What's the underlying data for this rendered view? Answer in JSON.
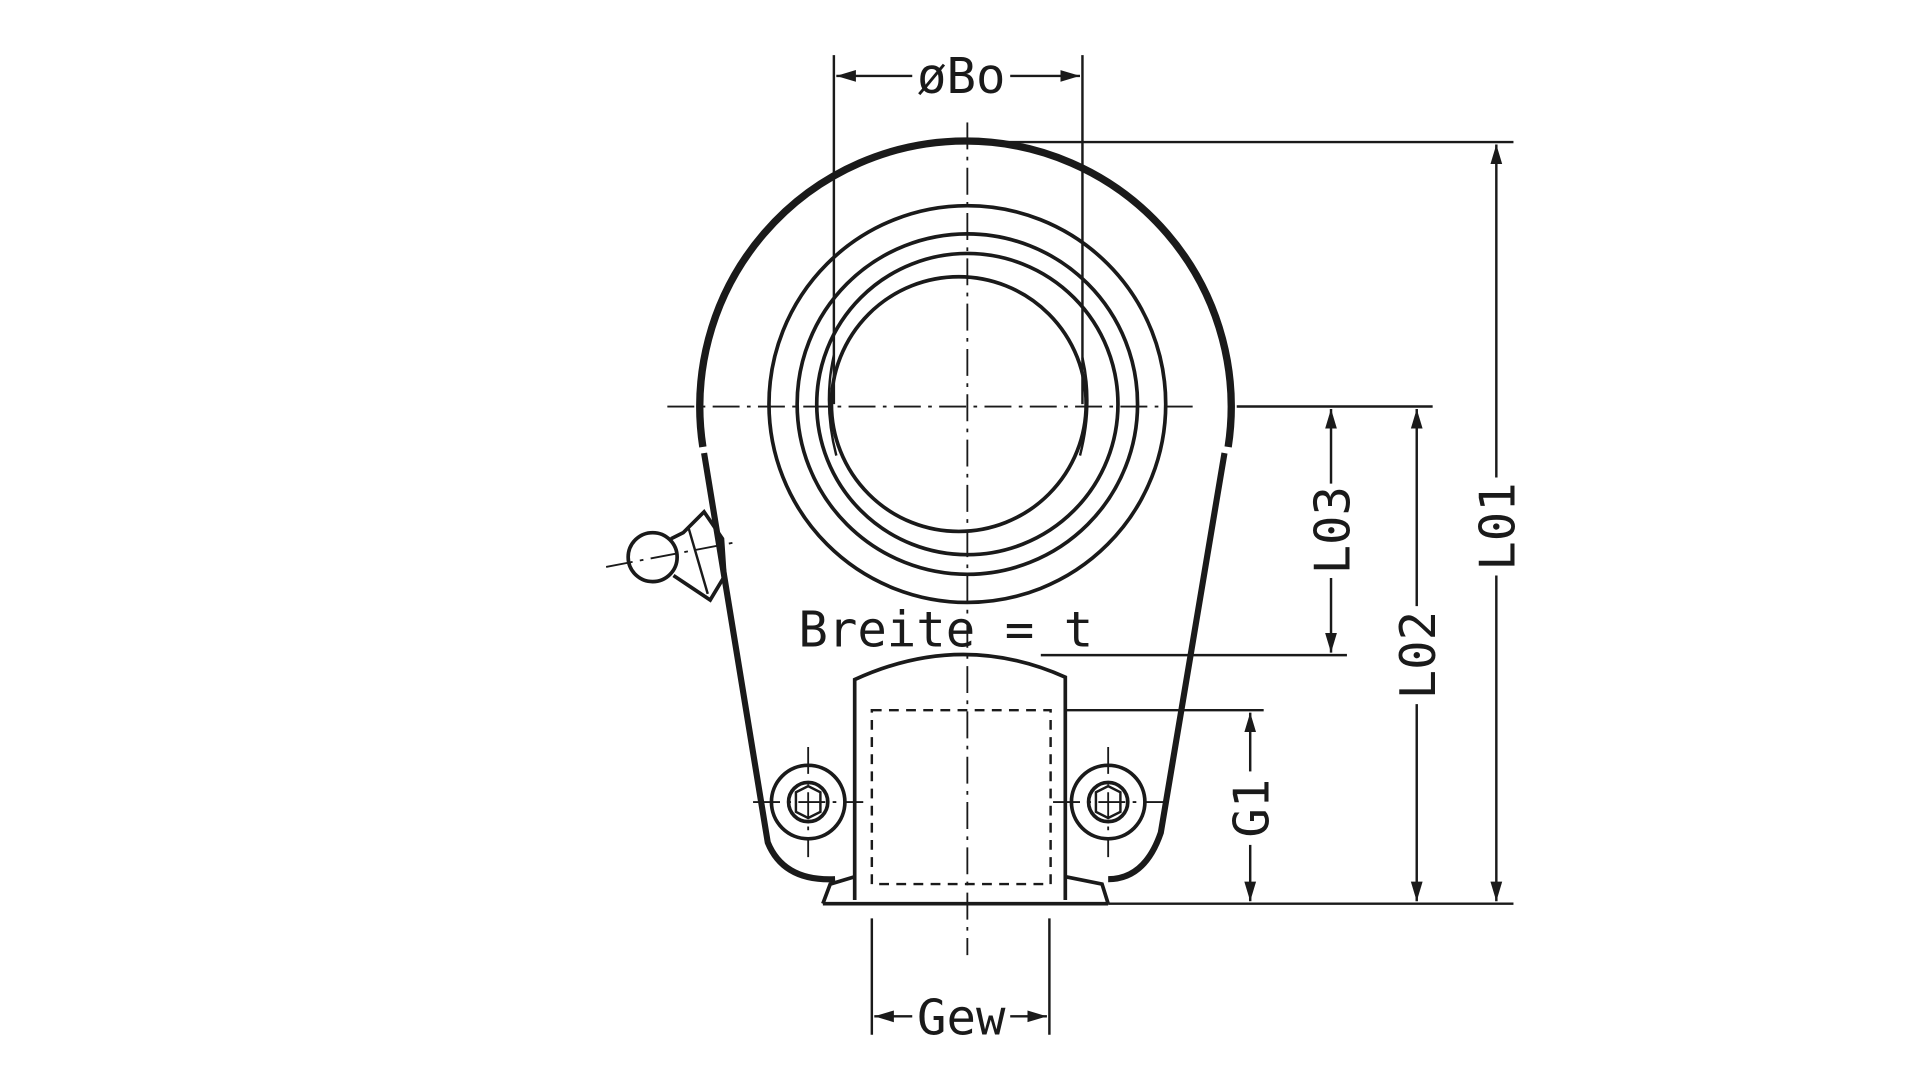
{
  "labels": {
    "bore_diameter": "øBo",
    "overall_length": "L01",
    "center_to_base": "L02",
    "center_to_shank": "L03",
    "width_note": "Breite = t",
    "thread_depth": "G1",
    "thread": "Gew"
  },
  "colors": {
    "line": "#1a1a1a",
    "background": "#ffffff"
  }
}
